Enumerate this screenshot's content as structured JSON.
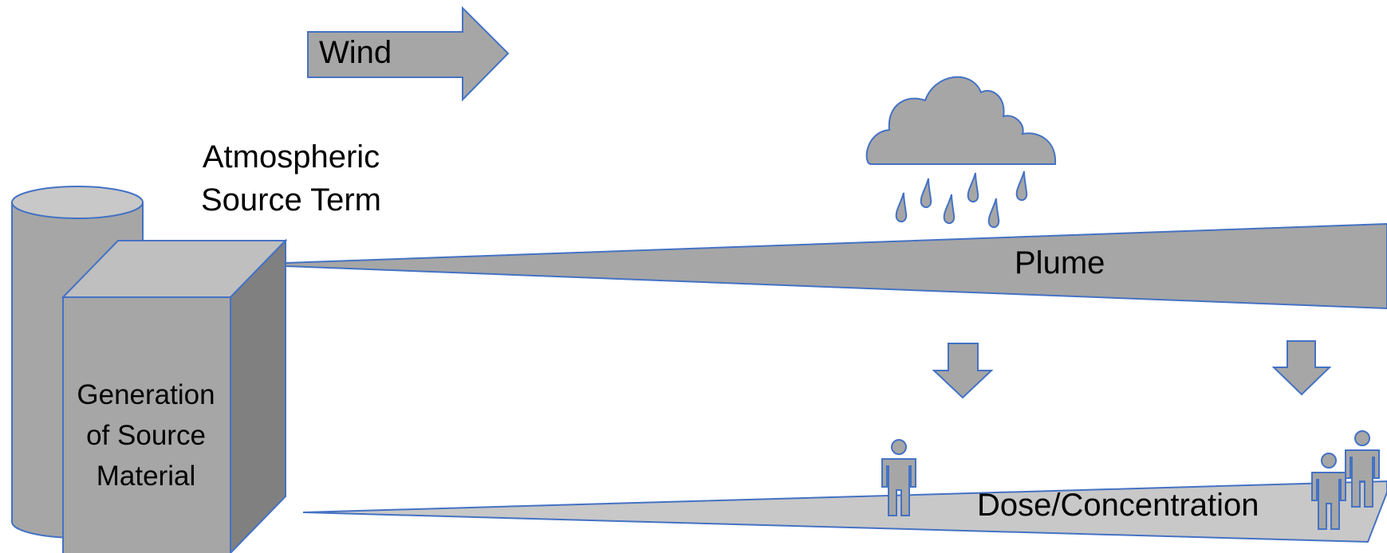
{
  "diagram": {
    "wind": {
      "label": "Wind"
    },
    "source_term": {
      "lines": [
        "Atmospheric",
        "Source Term"
      ]
    },
    "plume": {
      "label": "Plume"
    },
    "dose": {
      "label": "Dose/Concentration"
    },
    "generator": {
      "lines": [
        "Generation",
        "of Source",
        "Material"
      ]
    },
    "colors": {
      "shape_fill": "#a6a6a6",
      "shape_fill_light": "#bfbfbf",
      "shape_fill_dark": "#808080",
      "outline": "#4472c4",
      "ground_fill": "#c8c8c8"
    },
    "icons": [
      "cloud-icon",
      "raindrop-icon",
      "down-arrow-icon",
      "person-icon",
      "right-arrow-icon"
    ]
  }
}
